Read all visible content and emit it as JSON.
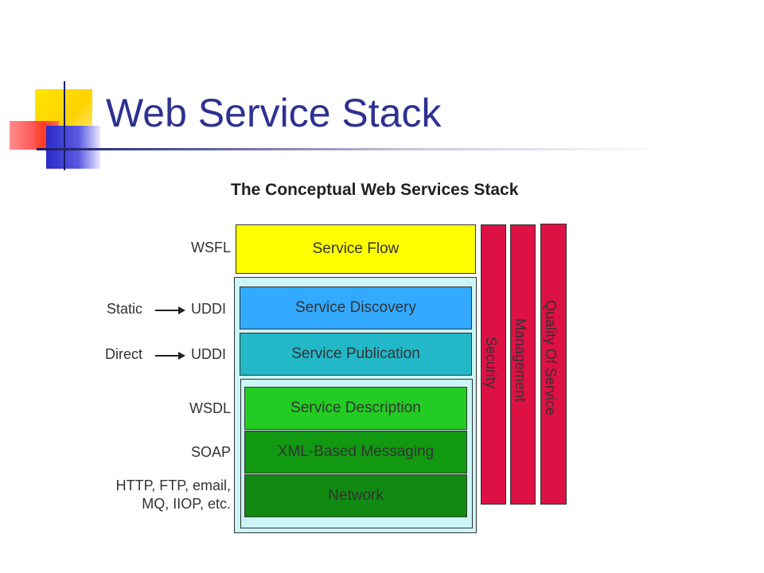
{
  "slide": {
    "title": "Web Service Stack"
  },
  "diagram": {
    "title": "The Conceptual Web Services Stack",
    "layers": [
      {
        "label": "Service Flow",
        "color": "#ffff00"
      },
      {
        "label": "Service Discovery",
        "color": "#33aaff"
      },
      {
        "label": "Service Publication",
        "color": "#22b8c8"
      },
      {
        "label": "Service Description",
        "color": "#22cc22"
      },
      {
        "label": "XML-Based Messaging",
        "color": "#119911"
      },
      {
        "label": "Network",
        "color": "#118a11"
      }
    ],
    "vertical_bars": [
      {
        "label": "Security",
        "color": "#dd1144"
      },
      {
        "label": "Management",
        "color": "#dd1144"
      },
      {
        "label": "Quality Of Service",
        "color": "#dd1144"
      }
    ],
    "side_labels": {
      "wsfl": "WSFL",
      "static": "Static",
      "uddi_1": "UDDI",
      "direct": "Direct",
      "uddi_2": "UDDI",
      "wsdl": "WSDL",
      "soap": "SOAP",
      "network_line1": "HTTP, FTP, email,",
      "network_line2": "MQ, IIOP, etc."
    }
  }
}
